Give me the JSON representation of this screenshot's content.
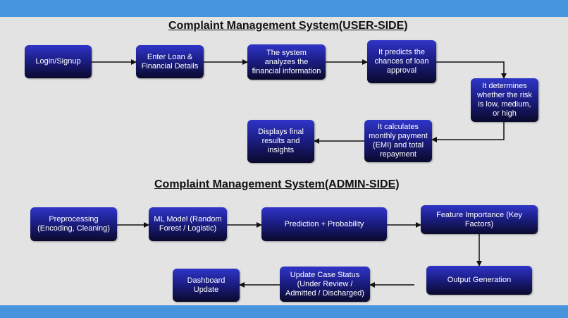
{
  "user_section": {
    "title": "Complaint Management System(USER-SIDE)",
    "steps": [
      "Login/Signup",
      "Enter Loan & Financial Details",
      "The system analyzes the financial information",
      "It predicts the chances of loan approval",
      "It determines whether the risk is low, medium, or high",
      "It calculates monthly payment (EMI) and total repayment",
      "Displays final results and insights"
    ]
  },
  "admin_section": {
    "title": "Complaint Management System(ADMIN-SIDE)",
    "steps": [
      "Preprocessing (Encoding, Cleaning)",
      "ML Model (Random Forest / Logistic)",
      "Prediction + Probability",
      "Feature Importance (Key Factors)",
      "Output Generation",
      "Update Case Status (Under Review / Admitted / Discharged)",
      "Dashboard Update"
    ]
  },
  "colors": {
    "accent_bar": "#4694de",
    "background": "#e3e3e3",
    "node_fill": "#1c1e86",
    "node_text": "#ffffff",
    "arrow": "#111111"
  }
}
